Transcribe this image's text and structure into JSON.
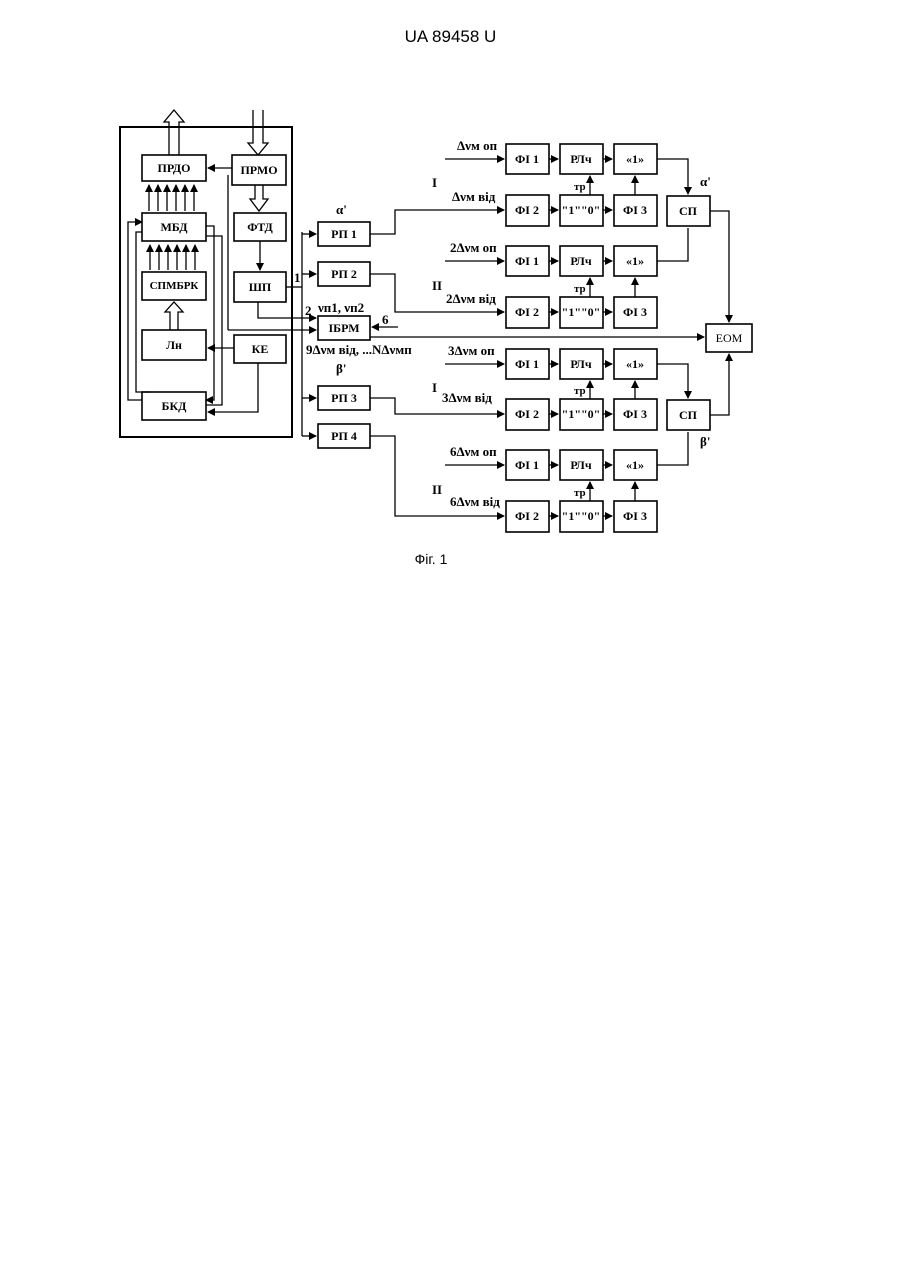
{
  "header": {
    "doc_id": "UA   89458   U"
  },
  "caption": "Фіг. 1",
  "blocks": {
    "prdo": "ПРДО",
    "prmo": "ПРМО",
    "mbd": "МБД",
    "ftd": "ФТД",
    "spmbrk": "СПМБРК",
    "shp": "ШП",
    "ln": "Лн",
    "ke": "КЕ",
    "bkd": "БКД",
    "rp1": "РП 1",
    "rp2": "РП 2",
    "rp3": "РП 3",
    "rp4": "РП 4",
    "ibrm": "ІБРМ",
    "eom": "ЕОМ",
    "fi1": "ФІ 1",
    "fi2": "ФІ 2",
    "fi3": "ФІ 3",
    "rlch": "РЛч",
    "one": "«1»",
    "cnt": "\"1\"\"0\"",
    "sp": "СП"
  },
  "labels": {
    "alpha": "α'",
    "beta": "β'",
    "roman1": "I",
    "roman2": "II",
    "tr": "тр",
    "num1": "1",
    "num2": "2",
    "num6": "6",
    "v_pairs": "νп1, νп2",
    "sweep": "9Δνм від, ...NΔνмп",
    "in1": "Δνм оп",
    "in2": "Δνм від",
    "in3": "2Δνм оп",
    "in4": "2Δνм від",
    "in5": "3Δνм оп",
    "in6": "3Δνм від",
    "in7": "6Δνм оп",
    "in8": "6Δνм від"
  }
}
